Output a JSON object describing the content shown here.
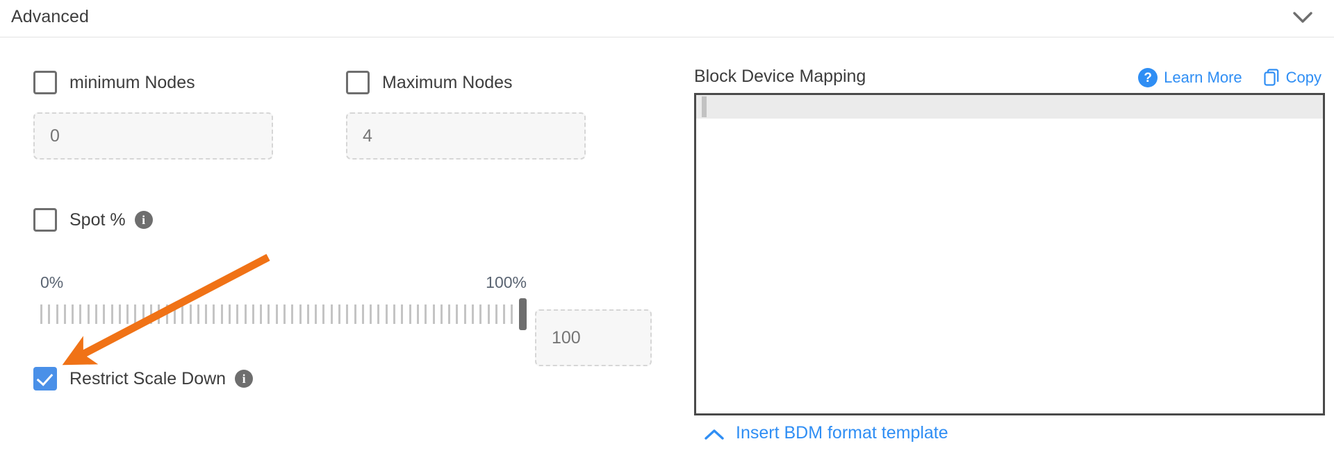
{
  "section": {
    "title": "Advanced",
    "collapse_icon": "chevron-down-icon"
  },
  "left": {
    "min_nodes": {
      "label": "minimum Nodes",
      "checked": false,
      "input_value": "0"
    },
    "max_nodes": {
      "label": "Maximum Nodes",
      "checked": false,
      "input_value": "4"
    },
    "spot": {
      "label": "Spot %",
      "checked": false,
      "info_icon": "info-icon",
      "slider": {
        "min_label": "0%",
        "max_label": "100%",
        "value": "100",
        "value_input": "100",
        "min": 0,
        "max": 100,
        "tick_count": 62
      }
    },
    "restrict_scale_down": {
      "label": "Restrict Scale Down",
      "checked": true,
      "info_icon": "info-icon"
    }
  },
  "right": {
    "title": "Block Device Mapping",
    "learn_more": "Learn More",
    "learn_more_icon": "question-circle-icon",
    "copy": "Copy",
    "copy_icon": "copy-icon",
    "editor_value": "",
    "insert_template": "Insert BDM format template",
    "insert_template_icon": "chevron-up-icon"
  },
  "colors": {
    "accent_blue": "#2f8ef4",
    "checkbox_blue": "#4a90e8",
    "annotation_orange": "#f07216",
    "border_gray": "#d6d6d6",
    "text_gray": "#3d3d3d"
  },
  "annotation": {
    "type": "arrow",
    "color": "#f07216",
    "points_to": "restrict-scale-down-checkbox"
  }
}
